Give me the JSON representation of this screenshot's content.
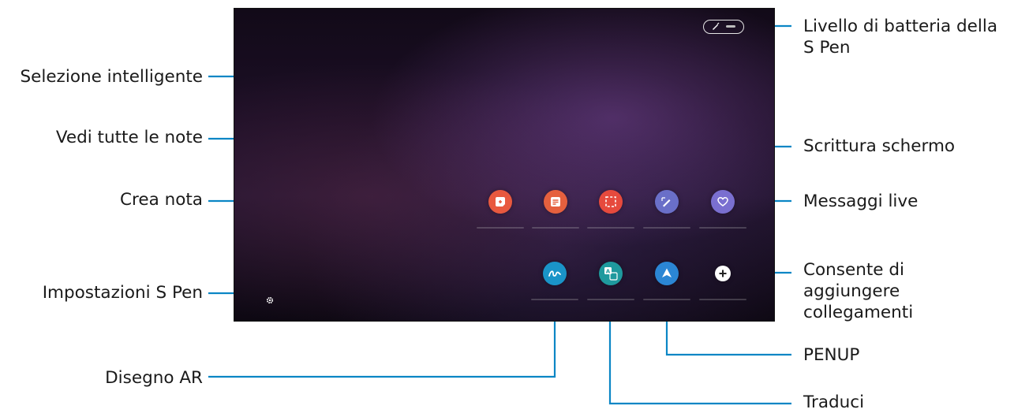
{
  "colors": {
    "leader": "#0b86c5",
    "create_note": "#e8593f",
    "view_notes": "#e5603e",
    "smart_select": "#e64a3d",
    "screen_write": "#6a6fc8",
    "live_messages": "#7a6fd0",
    "ar_doodle": "#1a94c8",
    "translate": "#1f9a9e",
    "penup": "#2b86d4",
    "add": "#ffffff"
  },
  "callouts": {
    "battery_line1": "Livello di batteria della",
    "battery_line2": "S Pen",
    "smart_select": "Selezione intelligente",
    "view_notes": "Vedi tutte le note",
    "screen_write": "Scrittura schermo",
    "create_note": "Crea nota",
    "live_messages": "Messaggi live",
    "add_line1": "Consente di",
    "add_line2": "aggiungere",
    "add_line3": "collegamenti",
    "settings": "Impostazioni S Pen",
    "penup": "PENUP",
    "ar_doodle": "Disegno AR",
    "translate": "Traduci"
  },
  "icons": {
    "create_note": "note-plus-icon",
    "view_notes": "note-list-icon",
    "smart_select": "dashed-select-icon",
    "screen_write": "pen-write-icon",
    "live_messages": "heart-message-icon",
    "ar_doodle": "squiggle-icon",
    "translate": "translate-icon",
    "penup": "penup-icon",
    "add": "plus-icon",
    "settings": "gear-icon",
    "battery": "pen-battery-icon"
  }
}
